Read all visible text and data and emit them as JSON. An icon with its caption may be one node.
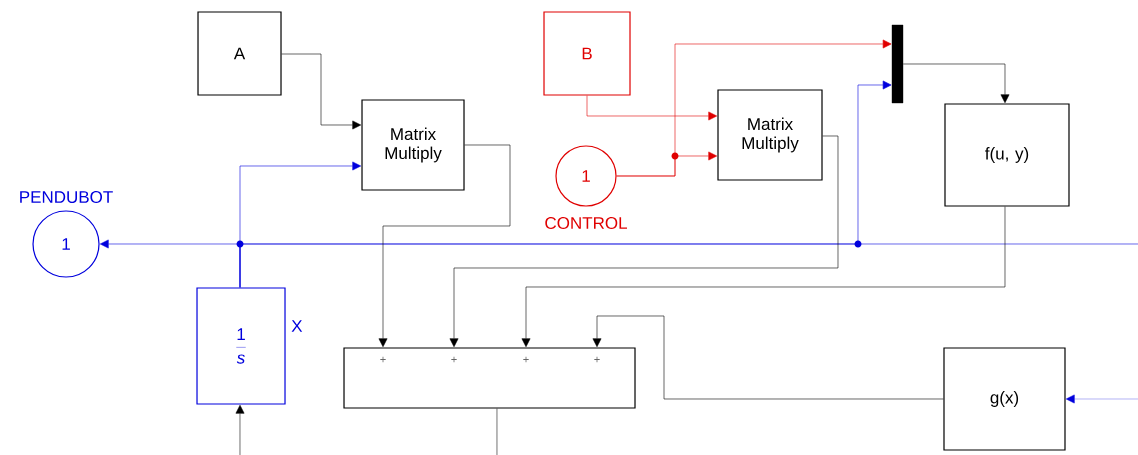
{
  "diagram": {
    "nodes": [
      {
        "text": [
          "A"
        ]
      },
      {
        "text": [
          "Matrix Multiply"
        ]
      },
      {
        "text": [
          "B"
        ]
      },
      {
        "text": [
          "1"
        ],
        "beside": [
          "CONTROL"
        ]
      },
      {
        "text": [
          "Matrix Multiply"
        ]
      },
      {
        "text": [],
        "shape": "bar"
      },
      {
        "text": [
          "f(u, y)"
        ]
      },
      {
        "text": [
          "1"
        ],
        "beside": [
          "PENDUBOT"
        ]
      },
      {
        "text": [
          "\\frac{1}{s}"
        ],
        "beside": [
          "X"
        ]
      },
      {
        "text": [
          "+",
          "+",
          "+",
          "+"
        ]
      },
      {
        "text": [
          "g(x)"
        ]
      }
    ],
    "edges": [
      {
        "from": 0,
        "to": 1,
        "arrow": "to"
      },
      {
        "from": 8,
        "to": 1,
        "arrow": "to",
        "color": "#0000dd"
      },
      {
        "from": 8,
        "to": 7,
        "arrow": "to",
        "color": "#0000dd"
      },
      {
        "from": 8,
        "to": 5,
        "arrow": "to",
        "color": "#0000dd"
      },
      {
        "from": 8,
        "to": null,
        "arrow": "none",
        "color": "#0000dd"
      },
      {
        "from": 2,
        "to": 4,
        "arrow": "to",
        "color": "#e00000"
      },
      {
        "from": 3,
        "to": 4,
        "arrow": "to",
        "color": "#e00000"
      },
      {
        "from": 3,
        "to": 5,
        "arrow": "to",
        "color": "#e00000"
      },
      {
        "from": 5,
        "to": 6,
        "arrow": "to"
      },
      {
        "from": 1,
        "to": 9,
        "arrow": "to"
      },
      {
        "from": 4,
        "to": 9,
        "arrow": "to"
      },
      {
        "from": 6,
        "to": 9,
        "arrow": "to"
      },
      {
        "from": 10,
        "to": 9,
        "arrow": "to"
      },
      {
        "from": null,
        "to": 10,
        "arrow": "to",
        "color": "#0000dd"
      },
      {
        "from": 9,
        "to": null,
        "arrow": "none"
      },
      {
        "from": null,
        "to": 8,
        "arrow": "to"
      }
    ]
  }
}
